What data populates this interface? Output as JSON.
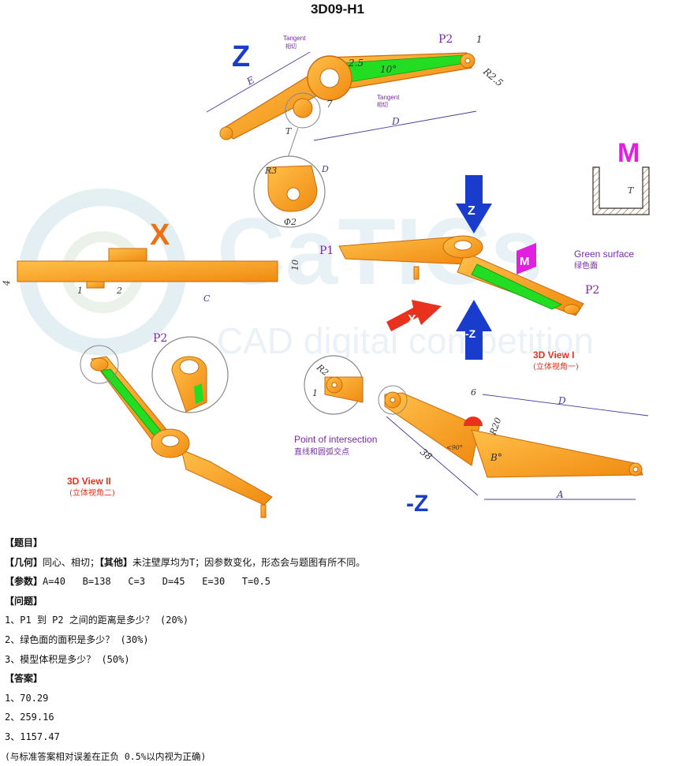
{
  "title": "3D09-H1",
  "colors": {
    "part_orange": "#F5A623",
    "part_edge": "#C96A0C",
    "green_surface": "#22DD22",
    "dim_line": "#4a3c9c",
    "arrow_blue": "#1a3ccc",
    "arrow_red": "#e8321e",
    "magenta": "#e020e0",
    "x_orange": "#f07010",
    "watermark": "#d8eaf2"
  },
  "drawing": {
    "view_labels": {
      "z_top": "Z",
      "x": "X",
      "m": "M",
      "neg_z": "-Z",
      "arrow_z": "Z",
      "arrow_x": "X",
      "arrow_neg_z": "-Z",
      "arrow_m": "M"
    },
    "points": {
      "p1": "P1",
      "p2": "P2"
    },
    "tangent": {
      "en": "Tangent",
      "zh": "相切"
    },
    "green_surface": {
      "en": "Green surface",
      "zh": "绿色面"
    },
    "view1": {
      "en": "3D View I",
      "zh": "(立体视角一)"
    },
    "view2": {
      "en": "3D View II",
      "zh": "(立体视角二)"
    },
    "intersection": {
      "en": "Point of intersection",
      "zh": "直线和圆弧交点"
    },
    "dims": {
      "E": "E",
      "D": "D",
      "T": "T",
      "A": "A",
      "C": "C",
      "d_2_5": "2.5",
      "d_10deg": "10°",
      "d_r2_5": "R2.5",
      "d_1": "1",
      "d_7": "7",
      "d_r3": "R3",
      "d_phi2": "Φ2",
      "d_10": "10",
      "d_4": "4",
      "d_2": "2",
      "d_r2": "R2",
      "d_6": "6",
      "d_r20": "R20",
      "d_38": "38",
      "d_b": "B°",
      "d_90": "<90°"
    },
    "watermark": {
      "logo": "CaTICs",
      "sub": "CAD digital competition"
    }
  },
  "text": {
    "heading_problem": "【题目】",
    "geometry": {
      "label_geo": "【几何】",
      "geo": "同心、相切；",
      "label_other": "【其他】",
      "other": "未注壁厚均为T；因参数变化，形态会与题图有所不同。"
    },
    "params": {
      "label": "【参数】",
      "values": "A=40   B=138   C=3   D=45   E=30   T=0.5"
    },
    "heading_questions": "【问题】",
    "questions": [
      "1、P1 到 P2 之间的距离是多少？ (20%)",
      "2、绿色面的面积是多少？ (30%)",
      "3、模型体积是多少？ (50%)"
    ],
    "heading_answers": "【答案】",
    "answers": [
      "1、70.29",
      "2、259.16",
      "3、1157.47"
    ],
    "note": "(与标准答案相对误差在正负 0.5%以内视为正确)"
  }
}
